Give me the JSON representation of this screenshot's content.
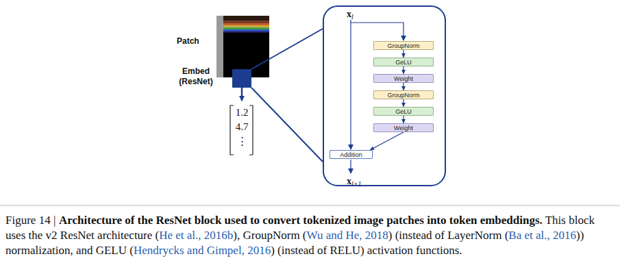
{
  "diagram": {
    "caption": "Figure 14 |",
    "nodes": [
      {
        "text": [
          "Embed (ResNet)"
        ]
      },
      {
        "text": []
      },
      {
        "text": [
          "GroupNorm"
        ],
        "in": 1
      },
      {
        "text": [
          "GeLU"
        ],
        "in": 1
      },
      {
        "text": [
          "Weight"
        ],
        "in": 1
      },
      {
        "text": [
          "GroupNorm"
        ],
        "in": 1
      },
      {
        "text": [
          "GeLU"
        ],
        "in": 1
      },
      {
        "text": [
          "Weight"
        ],
        "in": 1
      },
      {
        "text": [
          "Addition"
        ],
        "in": 1
      }
    ],
    "edges": [
      {
        "from": 2,
        "to": 3,
        "arrow": "to"
      },
      {
        "from": 3,
        "to": 4,
        "arrow": "to"
      },
      {
        "from": 4,
        "to": 5,
        "arrow": "to"
      },
      {
        "from": 5,
        "to": 6,
        "arrow": "to"
      },
      {
        "from": 6,
        "to": 7,
        "arrow": "to"
      },
      {
        "from": 7,
        "to": 8,
        "arrow": "to"
      }
    ],
    "labels": [
      "Patch",
      "1.2",
      "4.7",
      "⋮",
      "x",
      "l",
      "x",
      "l+1",
      "Architecture of the ResNet block used to convert tokenized image patches into token embeddings.",
      " This block uses the v2 ResNet architecture (",
      "He et al., 2016b",
      "), GroupNorm (",
      "Wu and He, 2018",
      ") (instead of LayerNorm (",
      "Ba et al., 2016",
      ")) normalization, and GELU (",
      "Hendrycks and Gimpel, 2016",
      ") (instead of RELU) activation functions."
    ]
  }
}
